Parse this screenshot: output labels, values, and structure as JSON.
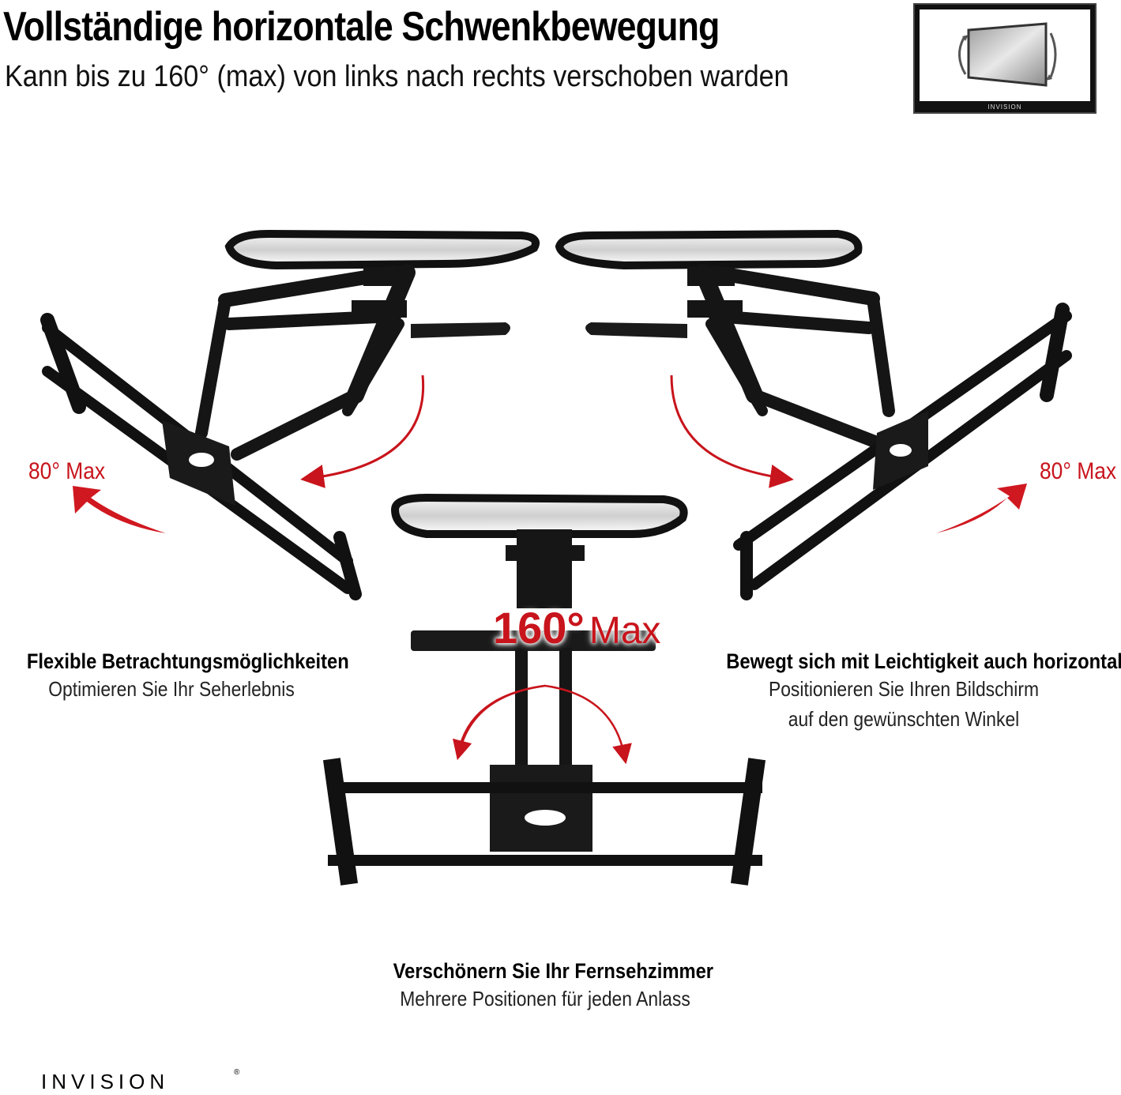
{
  "header": {
    "title": "Vollständige horizontale Schwenkbewegung",
    "subtitle": "Kann bis zu 160° (max) von links nach rechts verschoben warden"
  },
  "thumbnail": {
    "brand": "INVISION",
    "icon": "rotate-screen-icon"
  },
  "angles": {
    "left": "80° Max",
    "right": "80° Max",
    "center_value": "160°",
    "center_unit": "Max"
  },
  "features": {
    "left": {
      "title": "Flexible Betrachtungsmöglichkeiten",
      "lines": [
        "Optimieren Sie Ihr Seherlebnis"
      ]
    },
    "right": {
      "title": "Bewegt sich mit Leichtigkeit auch horizontal",
      "lines": [
        "Positionieren Sie Ihren Bildschirm",
        "auf den gewünschten Winkel"
      ]
    },
    "bottom": {
      "title": "Verschönern Sie Ihr Fernsehzimmer",
      "lines": [
        "Mehrere Positionen für jeden Anlass"
      ]
    }
  },
  "footer": {
    "logo": "INVISION",
    "registered": "®"
  },
  "colors": {
    "accent_red": "#c8141c",
    "metal": "#141414"
  }
}
